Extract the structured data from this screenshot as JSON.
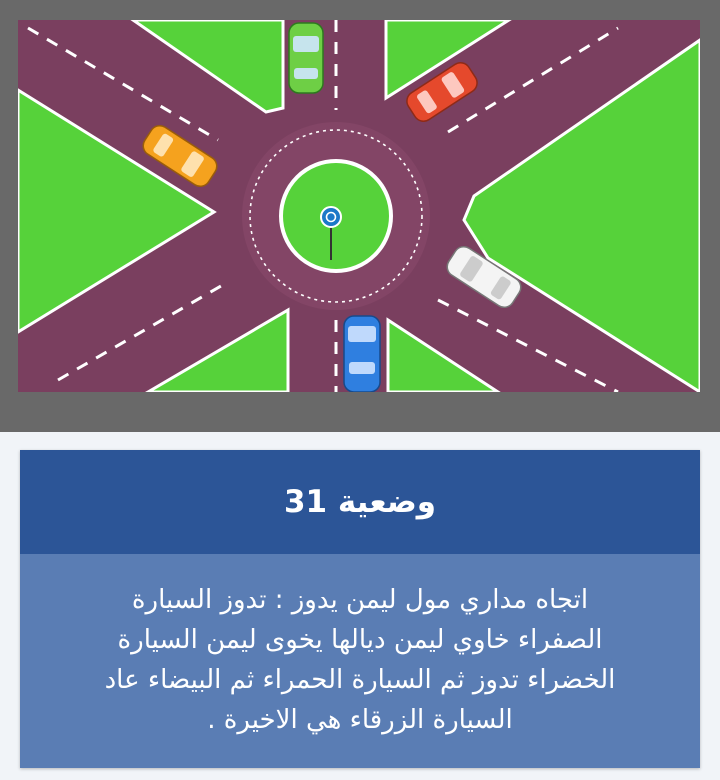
{
  "scene": {
    "colors": {
      "frame": "#696969",
      "road": "#7a3f5f",
      "grass": "#56d23a",
      "lane_mark": "#ffffff",
      "island_sign": "#1b78c8"
    },
    "icons": [
      "roundabout-sign-icon"
    ],
    "cars": [
      {
        "name": "green-car",
        "color": "#6ecf45",
        "position": "top"
      },
      {
        "name": "red-car",
        "color": "#e5492c",
        "position": "top-right"
      },
      {
        "name": "orange-car",
        "color": "#f5a21e",
        "position": "upper-left"
      },
      {
        "name": "white-car",
        "color": "#f4f4f4",
        "position": "lower-right"
      },
      {
        "name": "blue-car",
        "color": "#2f7fe0",
        "position": "bottom"
      }
    ]
  },
  "card": {
    "title": "وضعية 31",
    "header_color": "#2c5597",
    "body_color": "#5a7db4",
    "lines": [
      "اتجاه مداري مول ليمن يدوز : تدوز السيارة",
      "الصفراء خاوي ليمن ديالها يخوى ليمن السيارة",
      "الخضراء تدوز ثم السيارة الحمراء ثم البيضاء عاد",
      "السيارة الزرقاء هي الاخيرة ."
    ]
  }
}
